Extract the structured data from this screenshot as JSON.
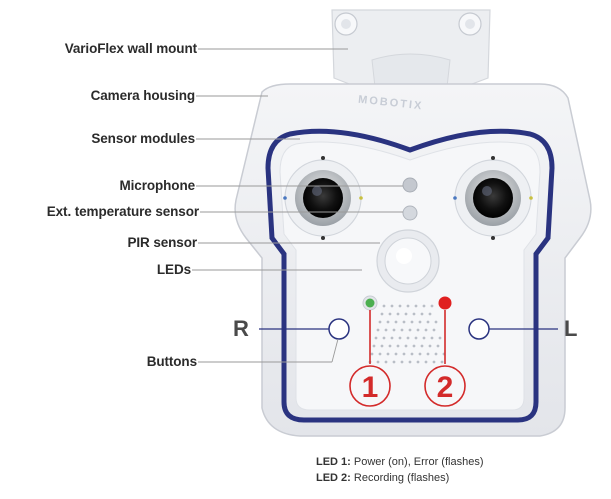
{
  "callouts": {
    "wall_mount": "VarioFlex wall mount",
    "housing": "Camera housing",
    "sensor_modules": "Sensor modules",
    "microphone": "Microphone",
    "temp_sensor": "Ext. temperature sensor",
    "pir": "PIR sensor",
    "leds": "LEDs",
    "buttons": "Buttons"
  },
  "sides": {
    "right": "R",
    "left": "L"
  },
  "led_numbers": {
    "one": "1",
    "two": "2"
  },
  "brand": "MOBOTIX",
  "legend": [
    {
      "key": "LED 1:",
      "text": " Power (on), Error (flashes)"
    },
    {
      "key": "LED 2:",
      "text": " Recording (flashes)"
    }
  ],
  "colors": {
    "housing_outline": "#2a3380",
    "marker_red": "#d32a2a",
    "led_green": "#4caf50",
    "led_red": "#e02020",
    "leader": "#9a9a9a"
  }
}
